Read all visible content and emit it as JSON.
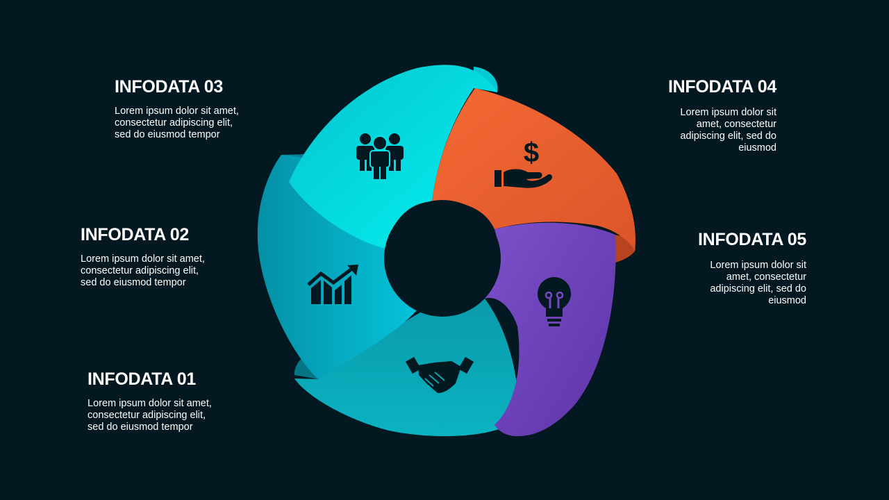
{
  "colors": {
    "background": "#031820",
    "segment_01": "#0aa3b3",
    "segment_02": "#06b6cf",
    "segment_03": "#05e3ea",
    "segment_04": "#f0622f",
    "segment_05": "#7648c0",
    "icon": "#031820",
    "text": "#ffffff"
  },
  "items": [
    {
      "title": "INFODATA 01",
      "body": "Lorem ipsum dolor sit amet,\nconsectetur  adipiscing elit,\nsed do eiusmod tempor",
      "icon": "handshake-icon"
    },
    {
      "title": "INFODATA 02",
      "body": "Lorem ipsum dolor sit amet,\nconsectetur  adipiscing elit,\nsed do eiusmod tempor",
      "icon": "growth-chart-icon"
    },
    {
      "title": "INFODATA 03",
      "body": "Lorem ipsum dolor sit amet,\nconsectetur  adipiscing elit,\nsed do eiusmod tempor",
      "icon": "team-icon"
    },
    {
      "title": "INFODATA 04",
      "body": "Lorem ipsum dolor sit\namet, consectetur\nadipiscing elit, sed do\neiusmod",
      "icon": "money-hand-icon"
    },
    {
      "title": "INFODATA 05",
      "body": "Lorem ipsum dolor sit\namet, consectetur\nadipiscing elit, sed do\neiusmod",
      "icon": "lightbulb-icon"
    }
  ]
}
